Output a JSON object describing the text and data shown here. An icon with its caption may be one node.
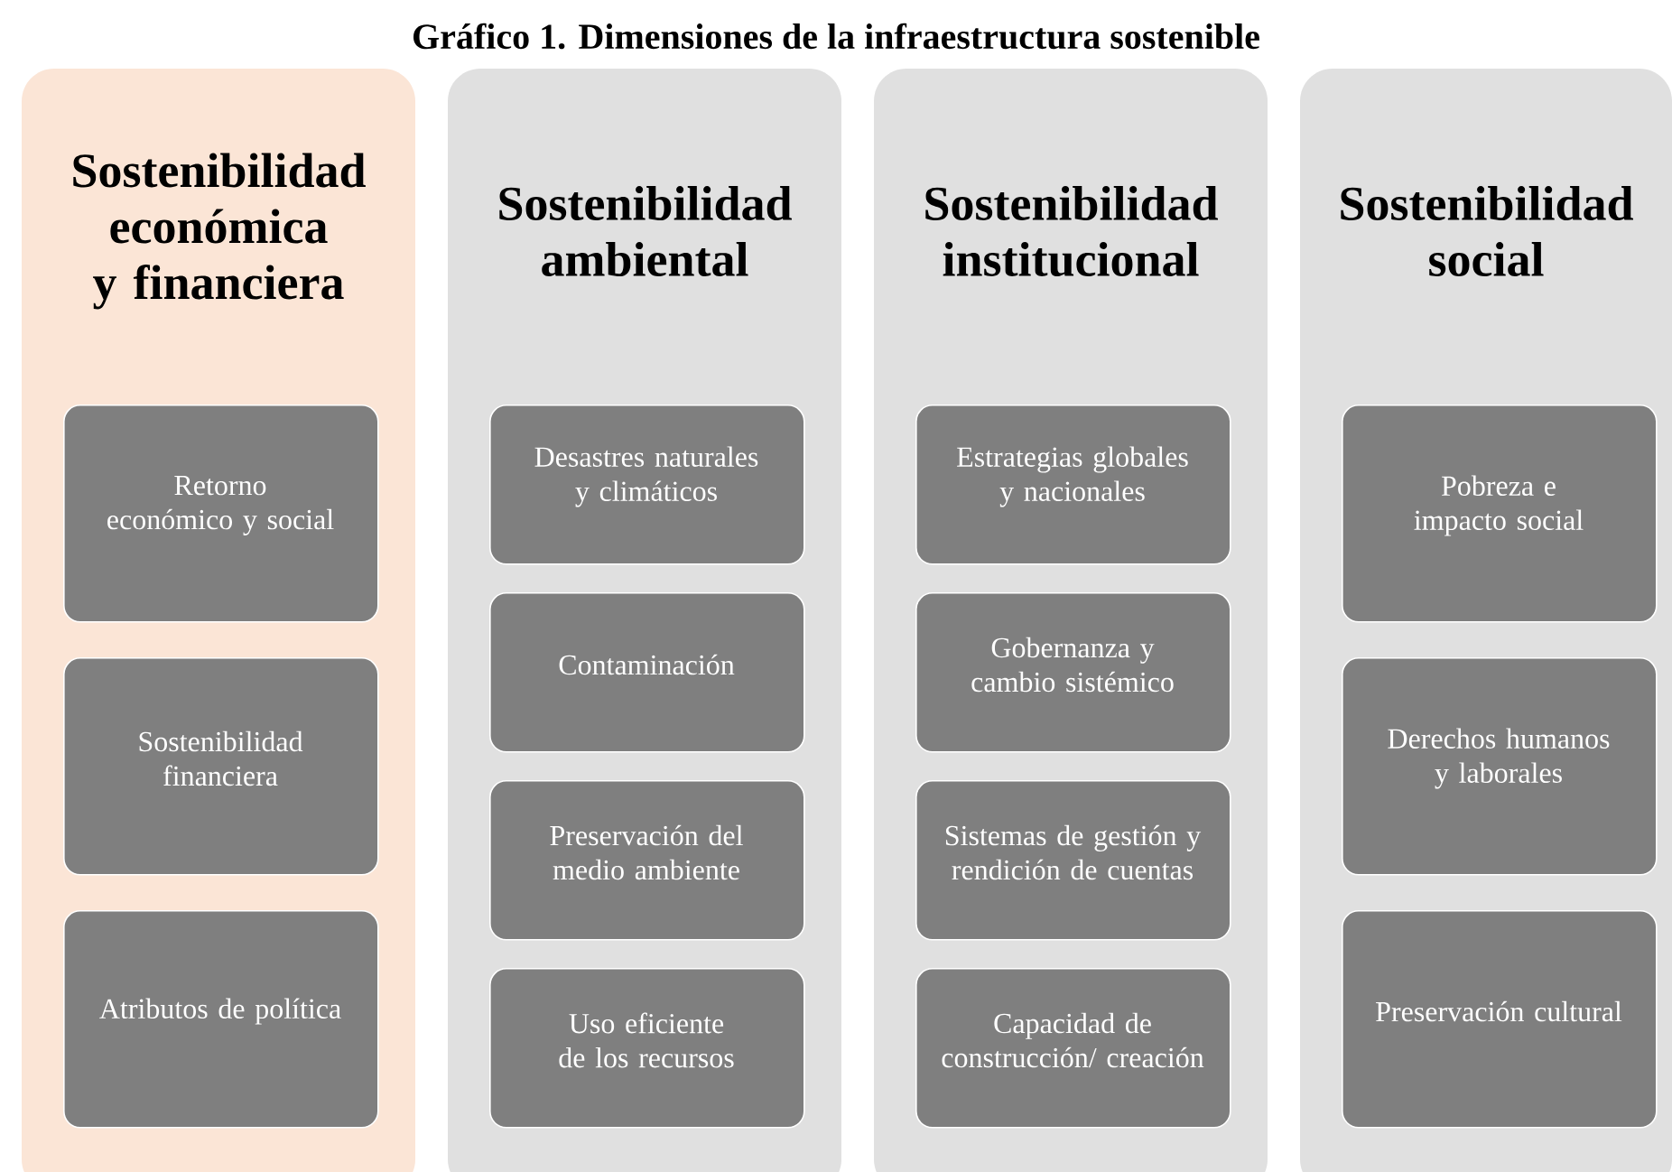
{
  "diagram": {
    "title": "Gráfico 1.  Dimensiones de la infraestructura sostenible",
    "nodes": [
      {
        "text": [
          "Sostenibilidad económica y financiera"
        ]
      },
      {
        "text": [
          "Retorno económico y social"
        ],
        "in": 0
      },
      {
        "text": [
          "Sostenibilidad financiera"
        ],
        "in": 0
      },
      {
        "text": [
          "Atributos de política"
        ],
        "in": 0
      },
      {
        "text": [
          "Sostenibilidad ambiental"
        ]
      },
      {
        "text": [
          "Desastres naturales y climáticos"
        ],
        "in": 4
      },
      {
        "text": [
          "Contaminación"
        ],
        "in": 4
      },
      {
        "text": [
          "Preservación del medio ambiente"
        ],
        "in": 4
      },
      {
        "text": [
          "Uso eficiente de los recursos"
        ],
        "in": 4
      },
      {
        "text": [
          "Sostenibilidad institucional"
        ]
      },
      {
        "text": [
          "Estrategias globales y nacionales"
        ],
        "in": 9
      },
      {
        "text": [
          "Gobernanza y cambio sistémico"
        ],
        "in": 9
      },
      {
        "text": [
          "Sistemas de gestión y rendición de cuentas"
        ],
        "in": 9
      },
      {
        "text": [
          "Capacidad de construcción/ creación"
        ],
        "in": 9
      },
      {
        "text": [
          "Sostenibilidad social"
        ]
      },
      {
        "text": [
          "Pobreza e impacto social"
        ],
        "in": 14
      },
      {
        "text": [
          "Derechos humanos y laborales"
        ],
        "in": 14
      },
      {
        "text": [
          "Preservación cultural"
        ],
        "in": 14
      }
    ]
  }
}
